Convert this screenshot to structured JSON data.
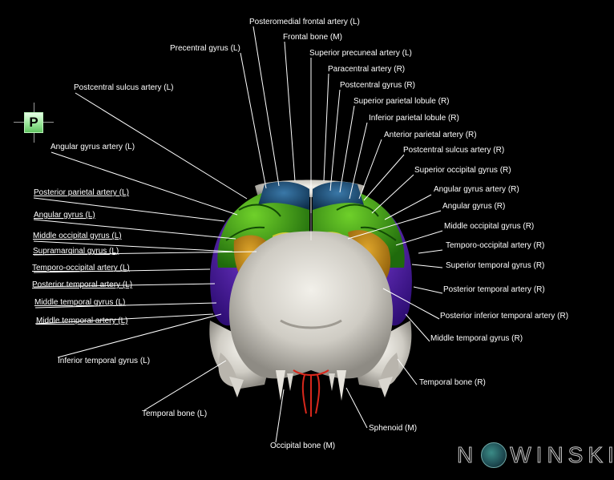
{
  "orientation": {
    "letter": "P"
  },
  "brand": {
    "prefix": "N",
    "suffix": "WINSKI"
  },
  "labels": [
    "Posteromedial frontal artery (L)",
    "Frontal bone (M)",
    "Superior precuneal artery (L)",
    "Precentral gyrus (L)",
    "Paracentral artery (R)",
    "Postcentral gyrus (R)",
    "Postcentral sulcus artery (L)",
    "Superior parietal lobule (R)",
    "Inferior parietal lobule (R)",
    "Anterior parietal artery (R)",
    "Angular gyrus artery (L)",
    "Postcentral sulcus artery (R)",
    "Superior occipital gyrus (R)",
    "Posterior parietal artery (L)",
    "Angular gyrus artery (R)",
    "Angular gyrus (L)",
    "Angular gyrus (R)",
    "Middle occipital gyrus (L)",
    "Middle occipital gyrus (R)",
    "Supramarginal gyrus (L)",
    "Temporo-occipital artery (R)",
    "Temporo-occipital artery (L)",
    "Superior temporal gyrus (R)",
    "Posterior temporal artery (L)",
    "Posterior temporal artery (R)",
    "Middle temporal gyrus (L)",
    "Posterior inferior temporal artery (R)",
    "Middle temporal artery (L)",
    "Middle temporal gyrus (R)",
    "Inferior temporal gyrus (L)",
    "Temporal bone (R)",
    "Temporal bone (L)",
    "Sphenoid (M)",
    "Occipital bone (M)"
  ]
}
